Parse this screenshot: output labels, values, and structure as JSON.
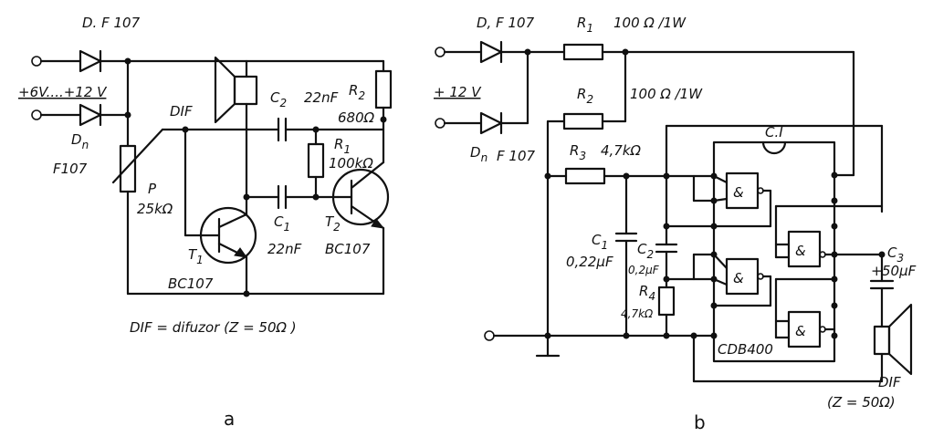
{
  "circuit_a": {
    "caption": "a",
    "d_top_label": "D.  F 107",
    "supply_label": "+6V....+12 V",
    "dn_label": "D",
    "dn_sub": "n",
    "dn_part": "F107",
    "pot_label": "P",
    "pot_value": "25kΩ",
    "dif_label": "DIF",
    "c2_label": "C",
    "c2_sub": "2",
    "c2_value": "22nF",
    "r2_label": "R",
    "r2_sub": "2",
    "r2_value": "680Ω",
    "r1_label": "R",
    "r1_sub": "1",
    "r1_value": "100kΩ",
    "c1_label": "C",
    "c1_sub": "1",
    "c1_value": "22nF",
    "t1_label": "T",
    "t1_sub": "1",
    "t1_part": "BC107",
    "t2_label": "T",
    "t2_sub": "2",
    "t2_part": "BC107",
    "footnote": "DIF = difuzor (Z = 50Ω )"
  },
  "circuit_b": {
    "caption": "b",
    "d_top_label": "D,  F 107",
    "supply_label": "+ 12 V",
    "dn_label": "D",
    "dn_sub": "n",
    "dn_part": "F 107",
    "r1_label": "R",
    "r1_sub": "1",
    "r1_value": "100 Ω /1W",
    "r2_label": "R",
    "r2_sub": "2",
    "r2_value": "100 Ω /1W",
    "r3_label": "R",
    "r3_sub": "3",
    "r3_value": "4,7kΩ",
    "ic_label": "C.I",
    "ic_part": "CDB400",
    "gate_symbol": "&",
    "c1_label": "C",
    "c1_sub": "1",
    "c1_value": "0,22μF",
    "c2_label": "C",
    "c2_sub": "2",
    "c2_value": "0,2μF",
    "r4_label": "R",
    "r4_sub": "4",
    "r4_value": "4,7kΩ",
    "c3_label": "C",
    "c3_sub": "3",
    "c3_value": "50μF",
    "plus_sign": "+",
    "dif_label": "DIF",
    "dif_impedance": "(Z = 50Ω)"
  }
}
